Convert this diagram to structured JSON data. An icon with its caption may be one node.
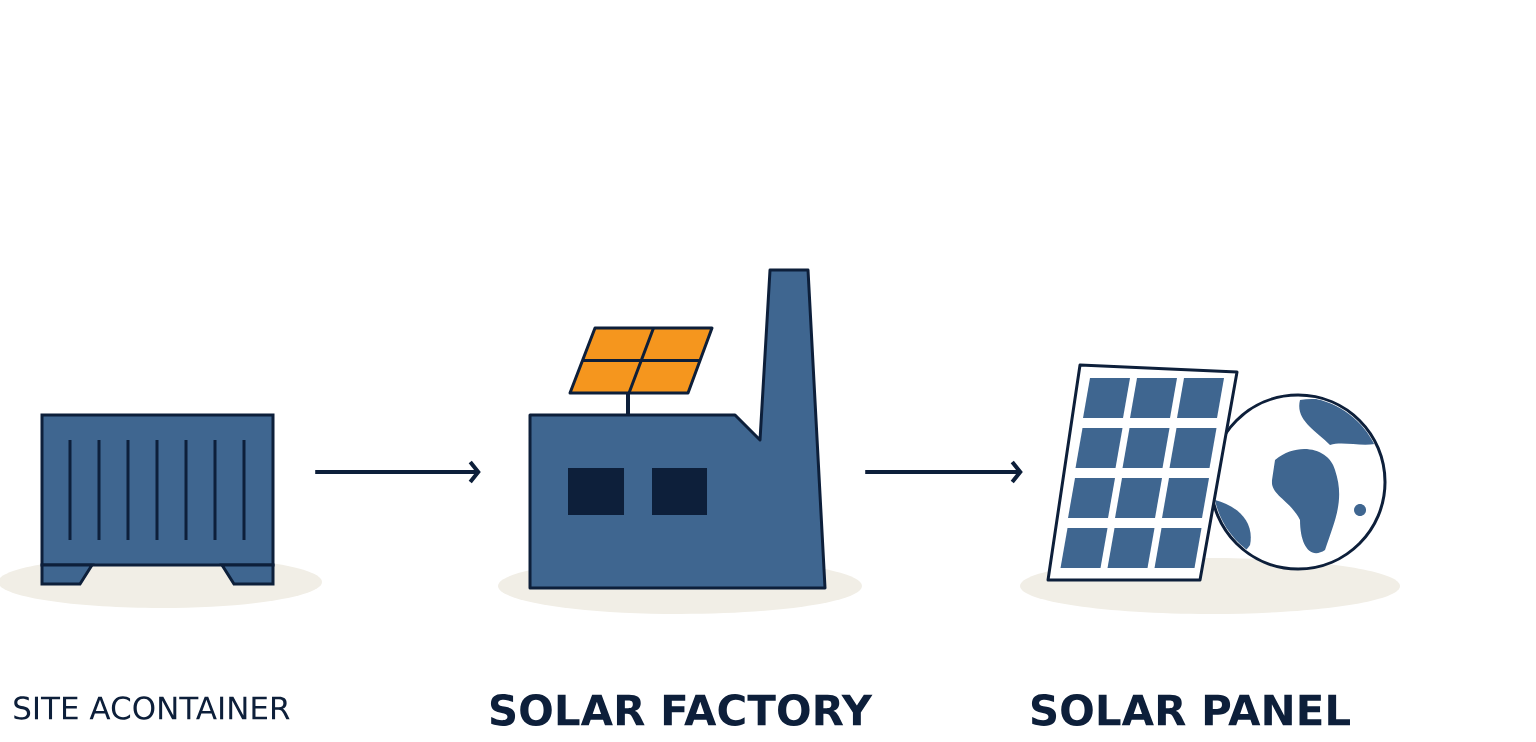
{
  "diagram": {
    "nodes": [
      {
        "text": [
          "SITE ACONTAINER"
        ]
      },
      {
        "text": [
          "SOLAR FACTORY"
        ]
      },
      {
        "text": [
          "SOLAR PANEL"
        ]
      }
    ],
    "edges": [
      {
        "from": 0,
        "to": 1,
        "arrow": "to"
      },
      {
        "from": 1,
        "to": 2,
        "arrow": "to"
      }
    ]
  }
}
